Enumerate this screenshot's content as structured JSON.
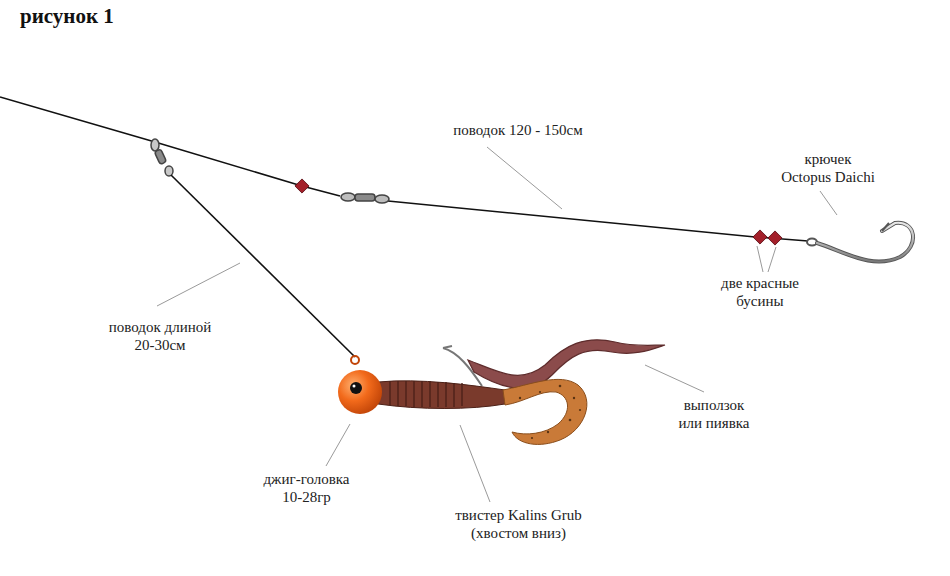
{
  "diagram": {
    "title": "рисунок 1",
    "labels": [
      "поводок 120 - 150см",
      "крючек Octopus Daichi",
      "две красные бусины",
      "поводок длиной 20-30см",
      "выползок или пиявка",
      "джиг-головка 10-28гр",
      "твистер Kalins Grub (хвостом вниз)"
    ]
  }
}
